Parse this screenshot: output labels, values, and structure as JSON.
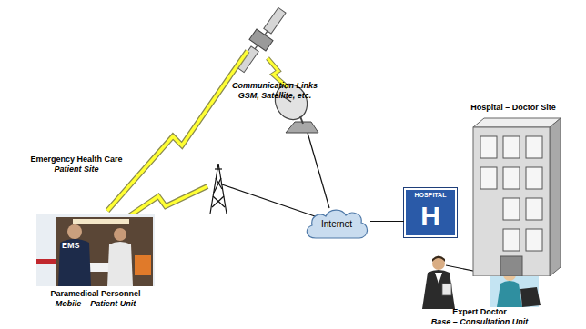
{
  "diagram": {
    "nodes": [
      {
        "text": [
          "EMS",
          "Paramedical Personnel",
          "Mobile – Patient Unit"
        ]
      },
      {
        "text": [
          "Internet"
        ]
      },
      {
        "text": [
          "HOSPITAL",
          "H"
        ]
      },
      {
        "text": [
          "Hospital – Doctor Site"
        ]
      }
    ],
    "edges": [
      {
        "from": 1,
        "to": 2,
        "arrow": "none"
      }
    ],
    "labels": [
      "Communication Links",
      "GSM, Satellite, etc.",
      "Emergency Health Care",
      "Patient Site",
      "Expert Doctor",
      "Base – Consultation Unit"
    ]
  }
}
